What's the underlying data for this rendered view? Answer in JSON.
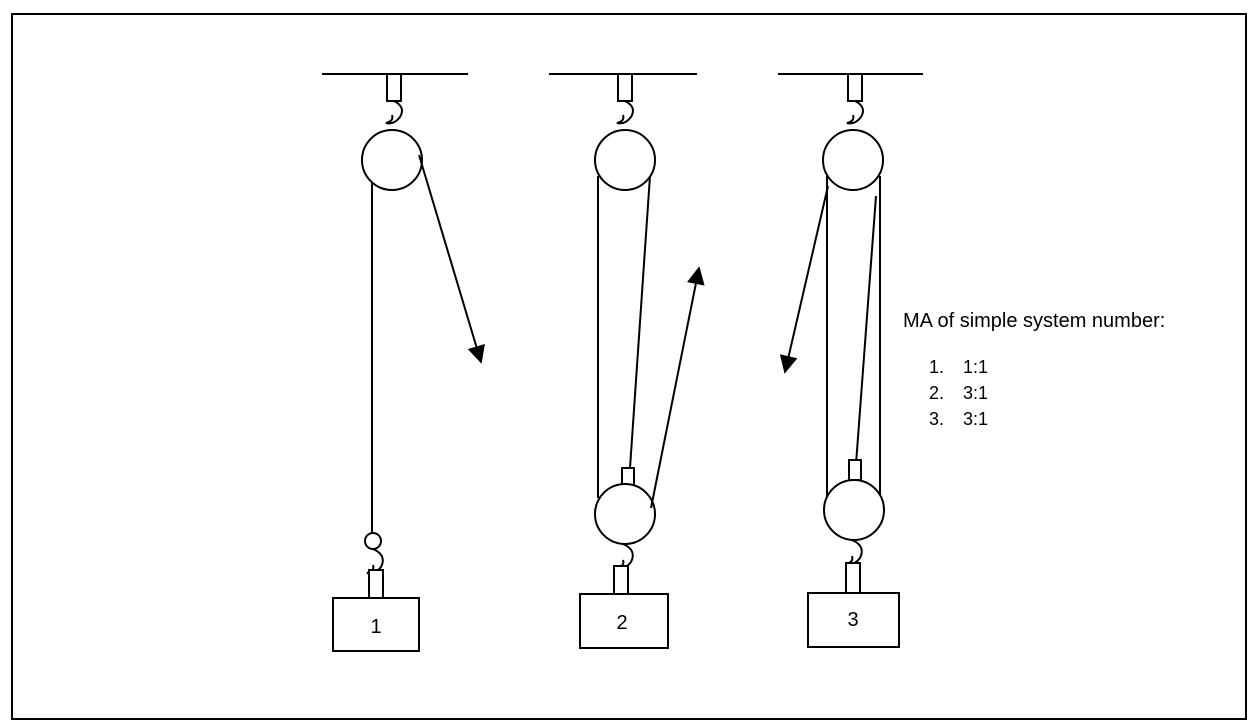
{
  "systems": [
    {
      "number": "1"
    },
    {
      "number": "2"
    },
    {
      "number": "3"
    }
  ],
  "legend": {
    "title": "MA of simple system number:",
    "items": [
      {
        "index": "1.",
        "ratio": "1:1"
      },
      {
        "index": "2.",
        "ratio": "3:1"
      },
      {
        "index": "3.",
        "ratio": "3:1"
      }
    ]
  },
  "colors": {
    "stroke": "#000000",
    "background": "#ffffff"
  }
}
